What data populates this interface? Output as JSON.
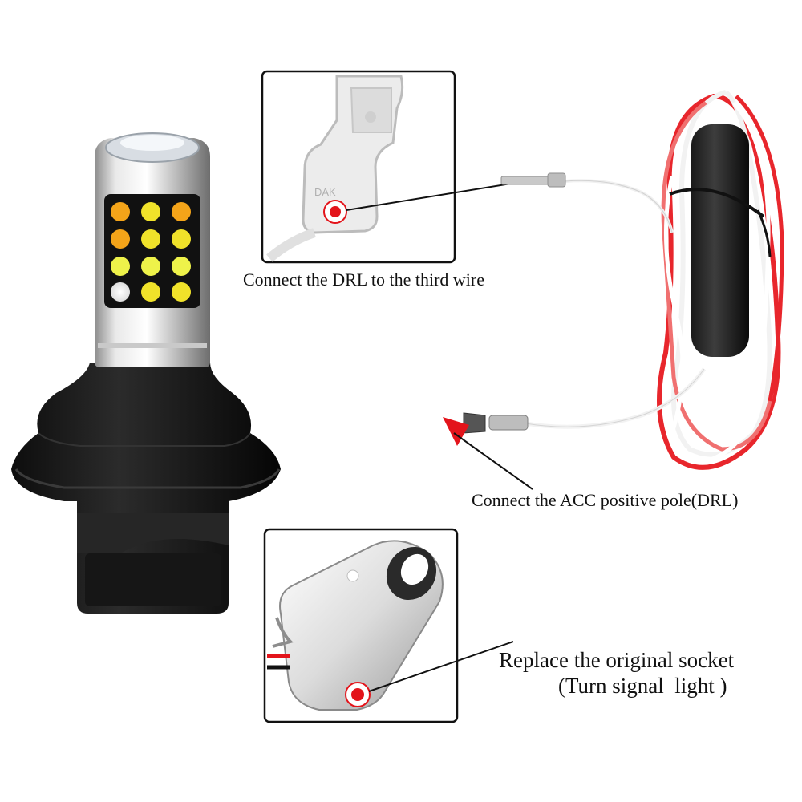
{
  "captions": {
    "drl": "Connect the DRL to the third wire",
    "acc": "Connect the ACC positive pole(DRL)",
    "socket_line1": "Replace the original socket",
    "socket_line2": "(Turn signal  light )"
  },
  "connector_stamp": "DAK",
  "colors": {
    "marker_red": "#e3141b",
    "wire_red": "#e8262c",
    "base_black": "#1a1a1a",
    "led_amber": "#f4a419",
    "led_yellow": "#f0e22a",
    "led_white": "#ffffff"
  }
}
